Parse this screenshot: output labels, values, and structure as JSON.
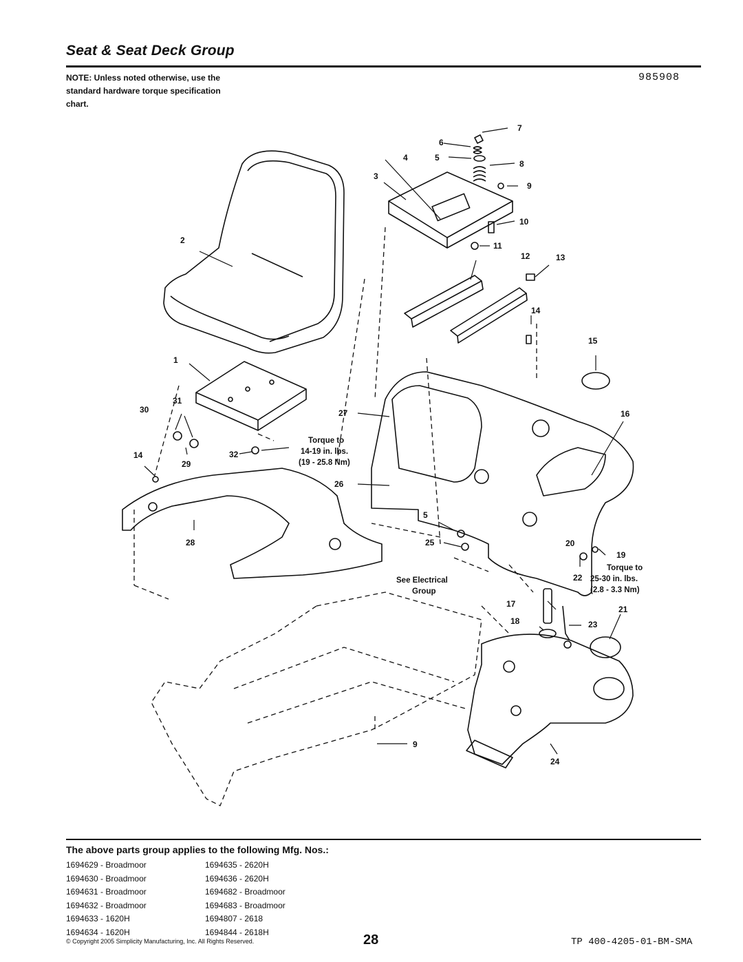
{
  "header": {
    "title": "Seat & Seat Deck Group",
    "doc_number": "985908",
    "note": "NOTE: Unless noted otherwise, use the standard hardware torque specification chart."
  },
  "diagram": {
    "callouts": [
      "1",
      "2",
      "3",
      "4",
      "5",
      "6",
      "7",
      "8",
      "9",
      "10",
      "11",
      "12",
      "13",
      "14",
      "15",
      "16",
      "17",
      "18",
      "19",
      "20",
      "21",
      "22",
      "23",
      "24",
      "25",
      "26",
      "27",
      "28",
      "29",
      "30",
      "31",
      "32",
      "14",
      "5",
      "9"
    ],
    "torque_a": {
      "line1": "Torque to",
      "line2": "14-19 in. lbs.",
      "line3": "(19 - 25.8 Nm)"
    },
    "torque_b": {
      "line1": "Torque to",
      "line2": "25-30 in. lbs.",
      "line3": "(2.8 - 3.3 Nm)"
    },
    "see_electrical": {
      "line1": "See Electrical",
      "line2": "Group"
    }
  },
  "applies": {
    "heading": "The above parts group applies to the following Mfg. Nos.:",
    "col1": [
      "1694629 - Broadmoor",
      "1694630 - Broadmoor",
      "1694631 - Broadmoor",
      "1694632 - Broadmoor",
      "1694633 - 1620H",
      "1694634 - 1620H"
    ],
    "col2": [
      "1694635 - 2620H",
      "1694636 - 2620H",
      "1694682 - Broadmoor",
      "1694683 - Broadmoor",
      "1694807 - 2618",
      "1694844 - 2618H"
    ]
  },
  "footer": {
    "copyright": "© Copyright 2005 Simplicity Manufacturing, Inc. All Rights Reserved.",
    "page": "28",
    "tp": "TP 400-4205-01-BM-SMA"
  }
}
